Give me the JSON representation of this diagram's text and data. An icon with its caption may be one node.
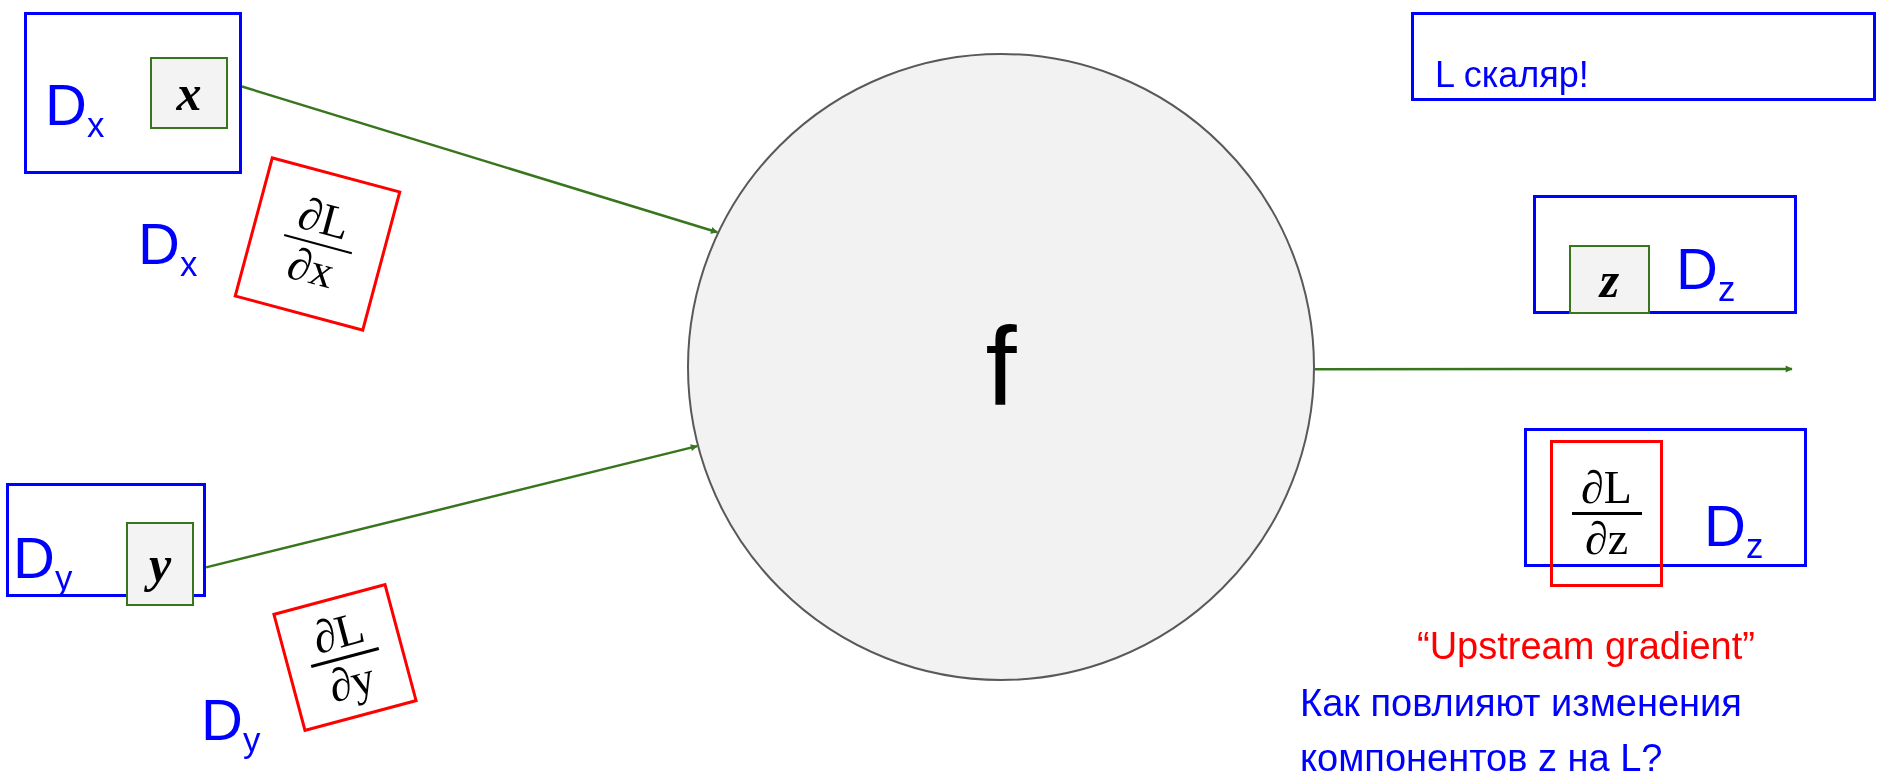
{
  "diagram": {
    "nodes": [
      {
        "text": [
          "D$_{x}$"
        ]
      },
      {
        "text": [
          "x"
        ],
        "in": 0
      },
      {
        "text": [
          "∂L",
          "∂x"
        ],
        "beside": [
          "D$_{x}$"
        ]
      },
      {
        "text": [
          "f"
        ]
      },
      {
        "text": [
          "D$_{y}$"
        ]
      },
      {
        "text": [
          "y"
        ],
        "in": 4
      },
      {
        "text": [
          "∂L",
          "∂y"
        ],
        "beside": [
          "D$_{y}$"
        ]
      },
      {
        "text": [
          "L скаляр!"
        ]
      },
      {
        "text": [
          "D$_{z}$"
        ]
      },
      {
        "text": [
          "z"
        ],
        "in": 8
      },
      {
        "text": [
          "D$_{z}$"
        ]
      },
      {
        "text": [
          "∂L",
          "∂z"
        ],
        "beside": [
          "“Upstream gradient”"
        ]
      }
    ],
    "edges": [
      {
        "from": 0,
        "to": 3,
        "arrow": "to"
      },
      {
        "from": 4,
        "to": 3,
        "arrow": "to"
      },
      {
        "from": 3,
        "to": null,
        "arrow": "to"
      }
    ],
    "labels": [
      "Как повлияют изменения компонентов z на L?"
    ]
  }
}
